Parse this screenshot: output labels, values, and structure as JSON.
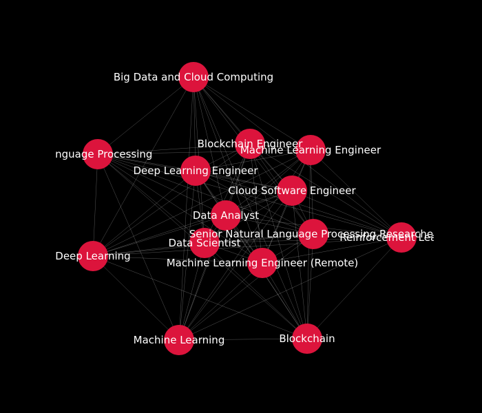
{
  "diagram": {
    "type": "network-graph",
    "background_color": "#000000",
    "node_color": "#dc143c",
    "edge_color": "#ffffff",
    "label_color": "#ffffff",
    "nodes": [
      {
        "id": "big-data",
        "label": "Big Data and Cloud Computing"
      },
      {
        "id": "blockchain-engineer",
        "label": "Blockchain Engineer"
      },
      {
        "id": "ml-engineer",
        "label": "Machine Learning Engineer"
      },
      {
        "id": "nlp",
        "label": "Language Processing"
      },
      {
        "id": "dl-engineer",
        "label": "Deep Learning Engineer"
      },
      {
        "id": "cloud-engineer",
        "label": "Cloud Software Engineer"
      },
      {
        "id": "data-analyst",
        "label": "Data Analyst"
      },
      {
        "id": "senior-nlp",
        "label": "Senior Natural Language Processing Researcher"
      },
      {
        "id": "reinforcement",
        "label": "Reinforcement Learning"
      },
      {
        "id": "deep-learning",
        "label": "Deep Learning"
      },
      {
        "id": "data-scientist",
        "label": "Data Scientist"
      },
      {
        "id": "ml-engineer-remote",
        "label": "Machine Learning Engineer (Remote)"
      },
      {
        "id": "machine-learning",
        "label": "Machine Learning"
      },
      {
        "id": "blockchain",
        "label": "Blockchain"
      }
    ]
  }
}
